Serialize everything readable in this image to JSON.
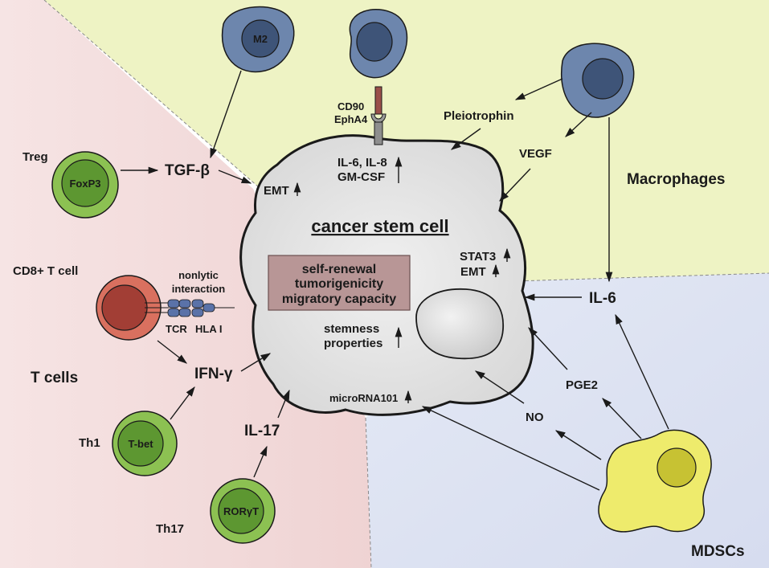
{
  "center": {
    "title": "cancer stem cell",
    "box_lines": [
      "self-renewal",
      "tumorigenicity",
      "migratory capacity"
    ],
    "emt_left": "EMT",
    "il_lines": [
      "IL-6, IL-8",
      "GM-CSF"
    ],
    "stat3": "STAT3",
    "emt_right": "EMT",
    "stemness_lines": [
      "stemness",
      "properties"
    ],
    "microrna": "microRNA101"
  },
  "receptor": {
    "lines": [
      "CD90",
      "EphA4"
    ]
  },
  "tcells": {
    "group_label": "T cells",
    "treg": {
      "label": "Treg",
      "marker": "FoxP3"
    },
    "cd8": {
      "label": "CD8+ T cell"
    },
    "interaction": {
      "lines": [
        "nonlytic",
        "interaction"
      ],
      "tcr": "TCR",
      "hla": "HLA I"
    },
    "th1": {
      "label": "Th1",
      "marker": "T-bet"
    },
    "th17": {
      "label": "Th17",
      "marker": "RORγT"
    }
  },
  "macrophages": {
    "group_label": "Macrophages",
    "m2": "M2"
  },
  "mdscs": {
    "group_label": "MDSCs"
  },
  "factors": {
    "tgfb": "TGF-β",
    "ifng": "IFN-γ",
    "il17": "IL-17",
    "pleiotrophin": "Pleiotrophin",
    "vegf": "VEGF",
    "il6": "IL-6",
    "pge2": "PGE2",
    "no": "NO"
  },
  "colors": {
    "tcell_region": "#f2dada",
    "macrophage_region": "#eef3c4",
    "mdsc_region": "#dfe4f2",
    "cancer_cell": "#e5e5e5",
    "macrophage": "#6d86ad",
    "green_cell": "#8cc152",
    "cd8_cell": "#d9705f",
    "mdsc": "#eeeb6c",
    "box": "#b89696"
  }
}
